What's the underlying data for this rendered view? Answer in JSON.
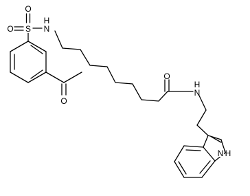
{
  "structure": {
    "atoms": {
      "sulfonyl_s": "S",
      "sulfonyl_o_top": "O",
      "sulfonyl_o_left": "O",
      "sulfonamide_n": "N",
      "sulfonamide_h": "H",
      "ketone_o": "O",
      "amide_o": "O",
      "amide_n": "N",
      "amide_h": "H",
      "indole_n": "N",
      "indole_h": "H"
    }
  }
}
